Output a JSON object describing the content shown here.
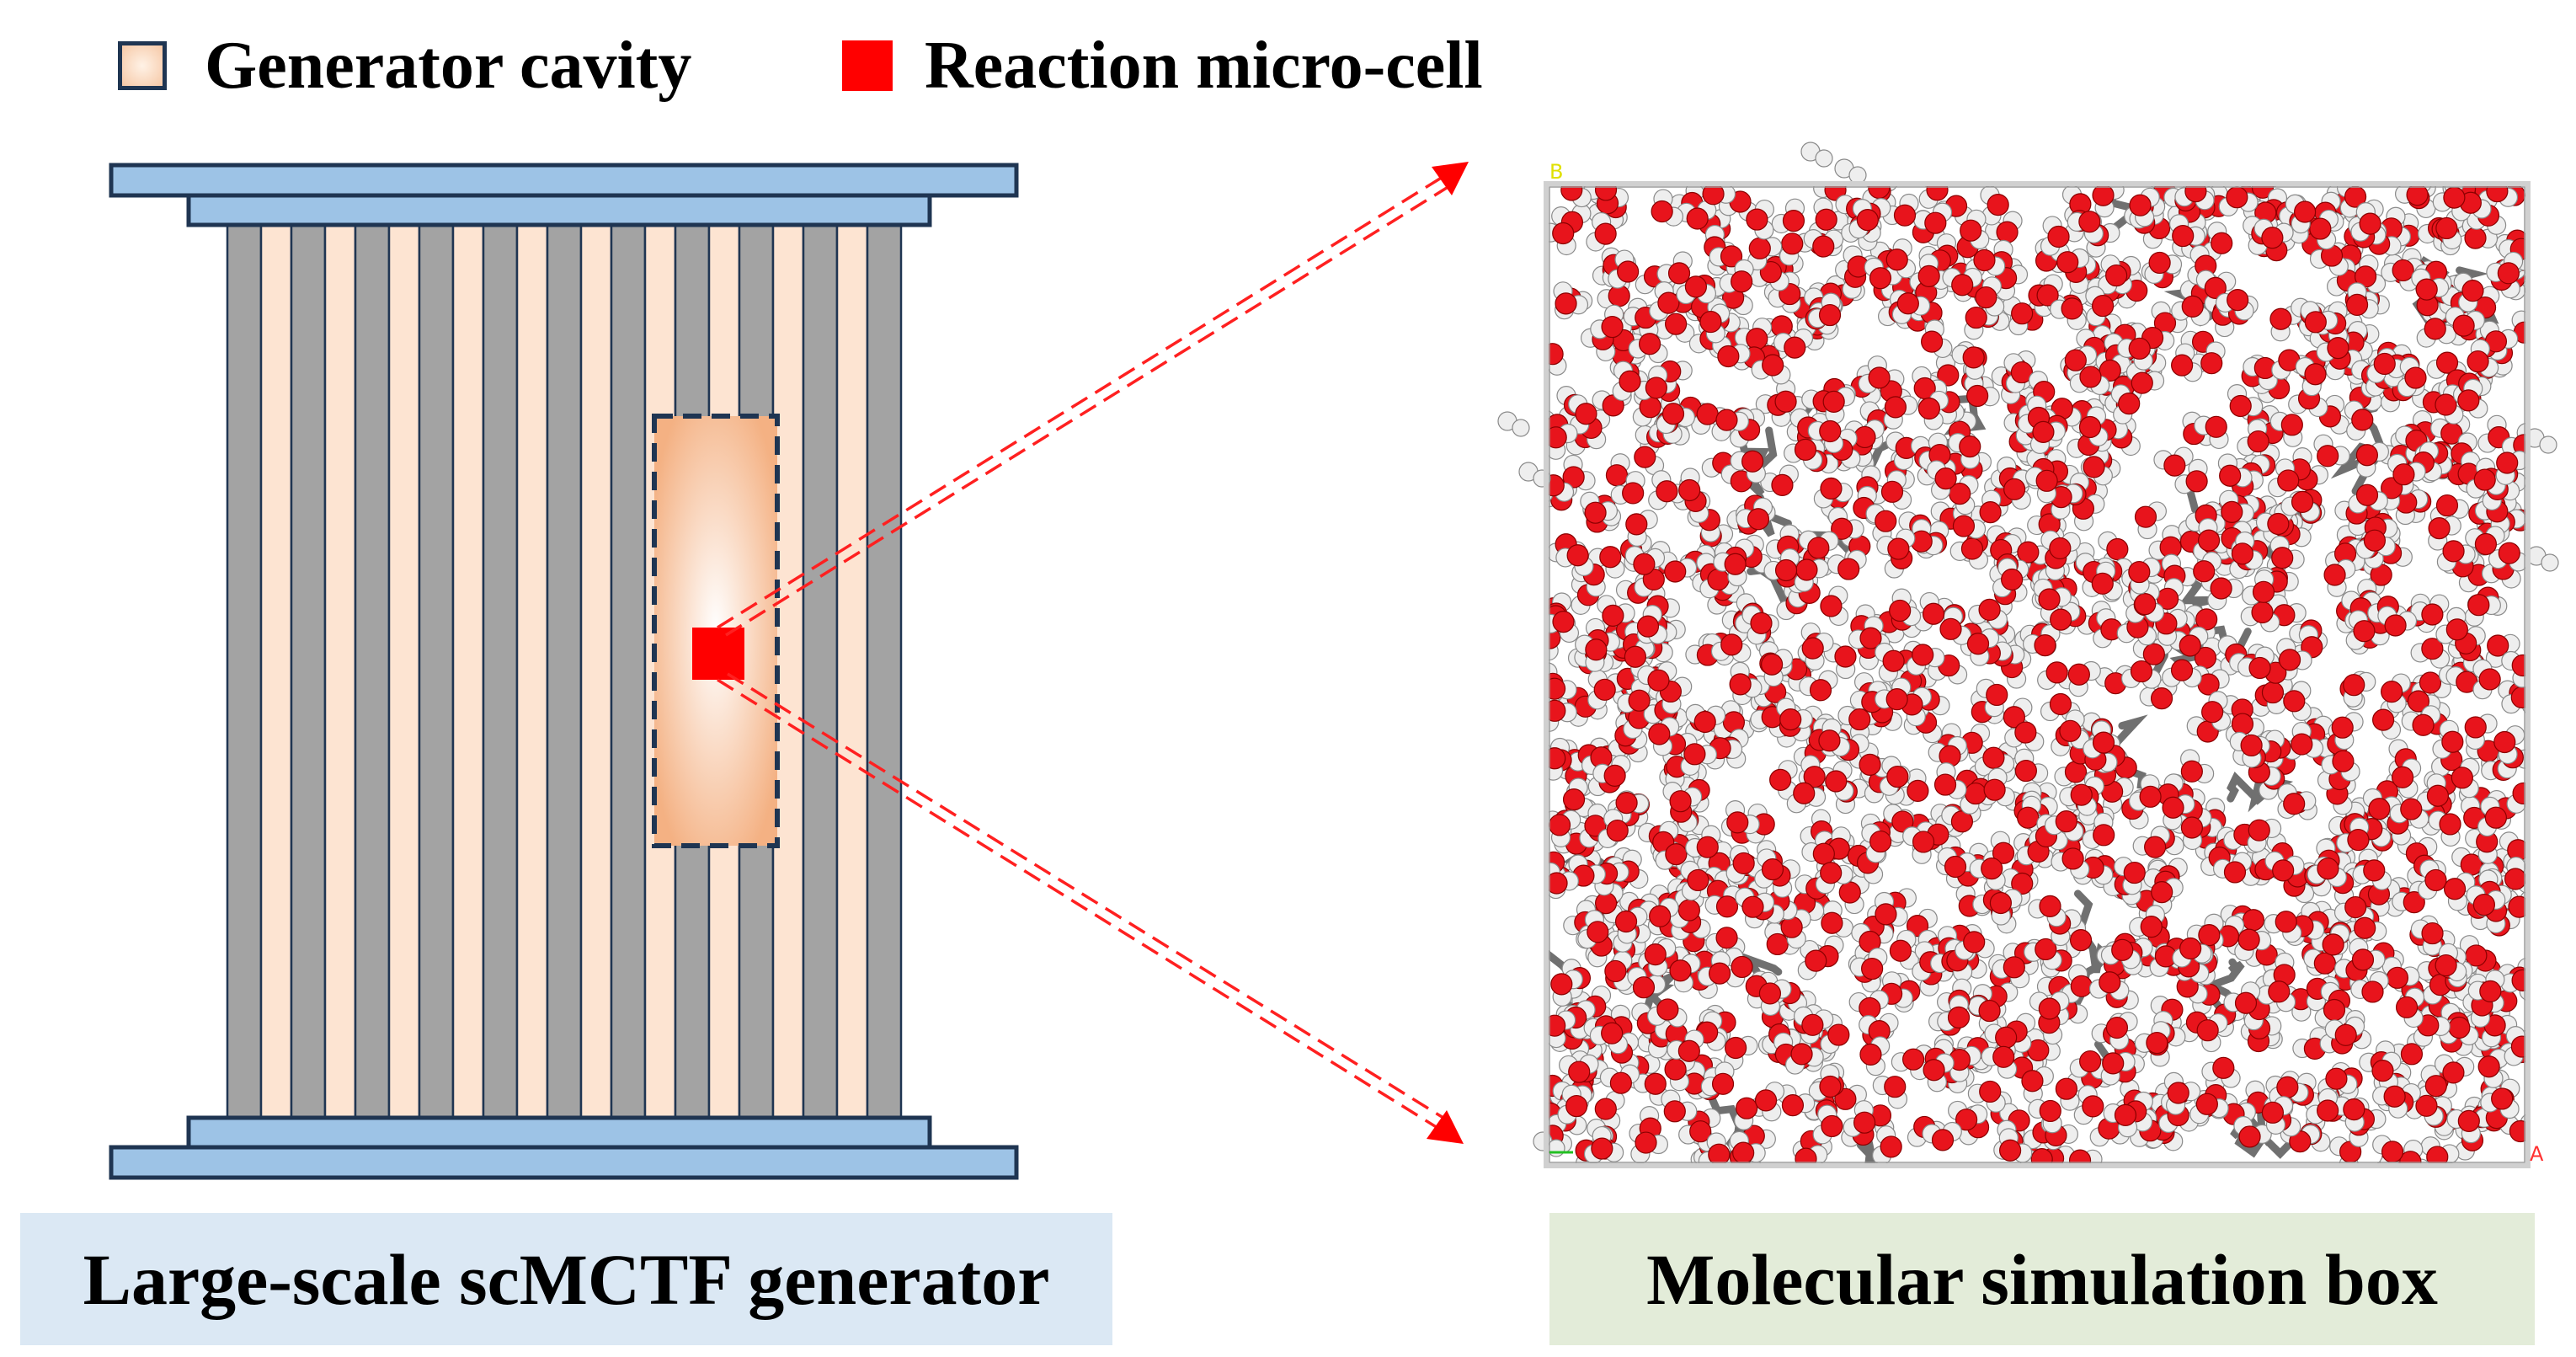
{
  "legend": {
    "cavity_label": "Generator cavity",
    "cell_label": "Reaction micro-cell"
  },
  "captions": {
    "left": "Large-scale scMCTF generator",
    "right": "Molecular simulation box"
  },
  "box_axis_labels": {
    "top_left": "B",
    "bottom_right": "A"
  },
  "colors": {
    "plate_fill": "#9dc3e6",
    "plate_stroke": "#1f3552",
    "channel_gray": "#a3a3a3",
    "channel_light": "#fde4d2",
    "cavity_fill": "#f4b183",
    "micro_cell": "#ff0000",
    "oxygen_atom": "#e8141c",
    "hydrogen_atom": "#eeeeee",
    "carbon_atom": "#707070",
    "dashed_line": "#ff2020"
  },
  "icons": {
    "cavity_legend": "orange-square-icon",
    "cell_legend": "red-square-icon",
    "arrows": "red-triangle-arrowhead-icon"
  }
}
